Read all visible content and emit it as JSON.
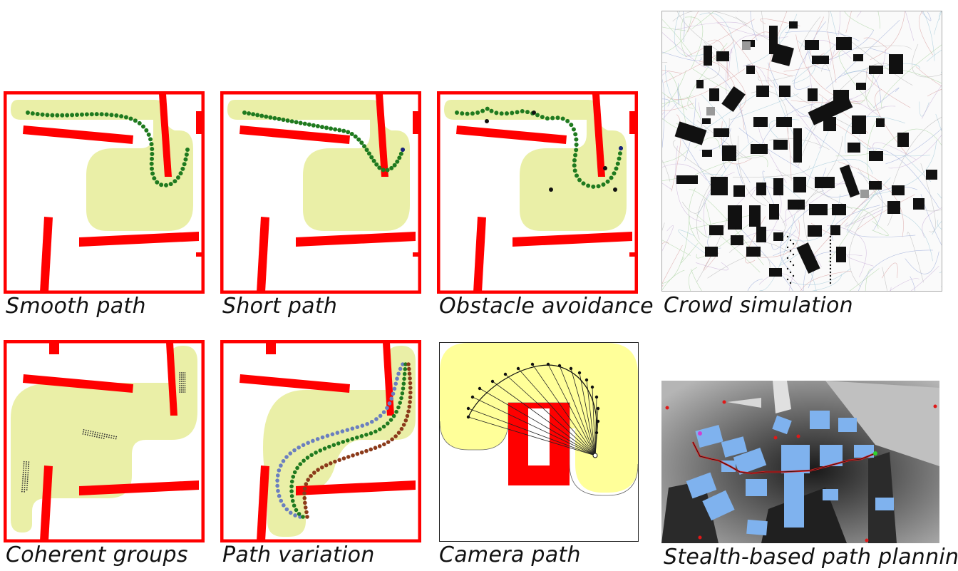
{
  "colors": {
    "wall": "#ff0000",
    "walkable": "#eaefa7",
    "walkable_camera": "#ffff99",
    "path_main": "#1f7a1f",
    "path_blue": "#6b7fbf",
    "path_brown": "#8b3a1a",
    "stealth_building": "#7fb2ee",
    "stealth_path": "#e02020",
    "guard": "#e01818"
  },
  "panels": {
    "smooth_path": {
      "caption": "Smooth path"
    },
    "short_path": {
      "caption": "Short path"
    },
    "obstacle_avoidance": {
      "caption": "Obstacle avoidance"
    },
    "crowd_simulation": {
      "caption": "Crowd simulation"
    },
    "coherent_groups": {
      "caption": "Coherent groups"
    },
    "path_variation": {
      "caption": "Path variation"
    },
    "camera_path": {
      "caption": "Camera path"
    },
    "stealth_planning": {
      "caption": "Stealth-based path planning"
    }
  }
}
